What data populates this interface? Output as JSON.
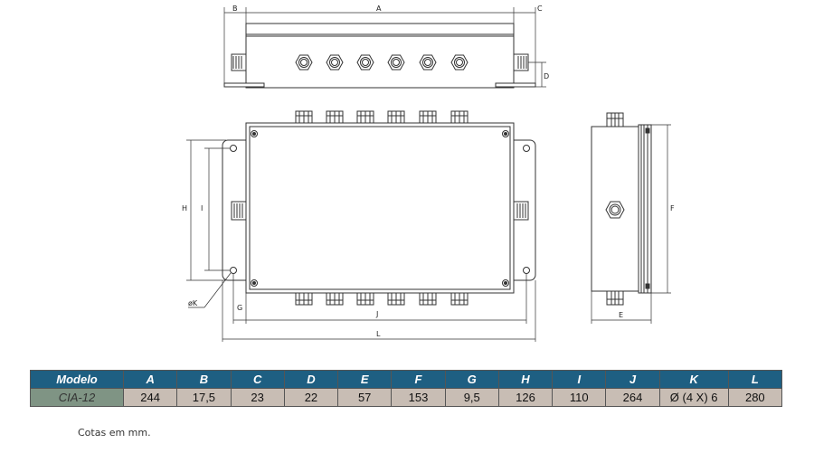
{
  "dimension_labels": {
    "A": "A",
    "B": "B",
    "C": "C",
    "D": "D",
    "E": "E",
    "F": "F",
    "G": "G",
    "H": "H",
    "I": "I",
    "J": "J",
    "K": "øK",
    "L": "L"
  },
  "table": {
    "columns": [
      "Modelo",
      "A",
      "B",
      "C",
      "D",
      "E",
      "F",
      "G",
      "H",
      "I",
      "J",
      "K",
      "L"
    ],
    "rows": [
      {
        "cells": [
          "CIA-12",
          "244",
          "17,5",
          "23",
          "22",
          "57",
          "153",
          "9,5",
          "126",
          "110",
          "264",
          "Ø (4 X) 6",
          "280"
        ]
      }
    ],
    "colors": {
      "header_bg": "#1e5f82",
      "model_cell_bg": "#7f9484",
      "value_cell_bg": "#c8bdb4"
    }
  },
  "note": "Cotas em mm."
}
